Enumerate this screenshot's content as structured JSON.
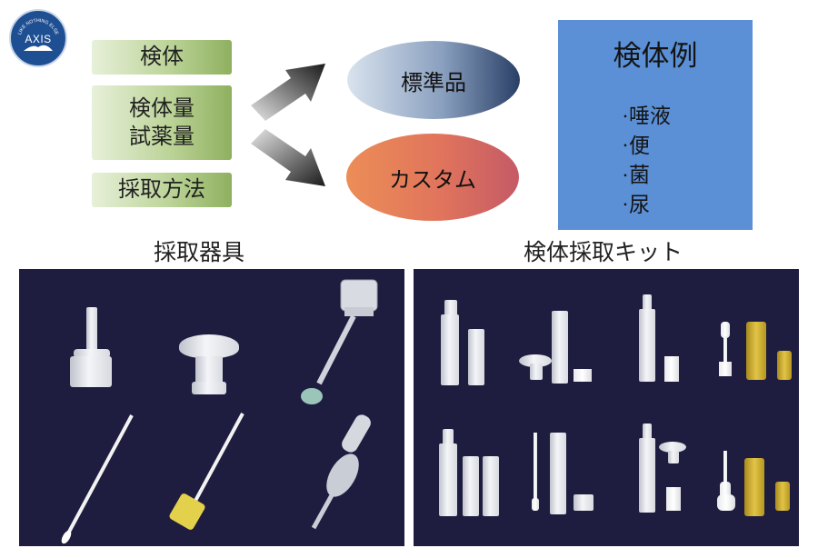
{
  "logo": {
    "arc_text": "LIKE NOTHING ELSE",
    "name": "AXIS"
  },
  "inputs": [
    {
      "label": "検体"
    },
    {
      "label": "検体量\n試薬量"
    },
    {
      "label": "採取方法"
    }
  ],
  "options": [
    {
      "label": "標準品"
    },
    {
      "label": "カスタム"
    }
  ],
  "samples": {
    "title": "検体例",
    "items": [
      "唾液",
      "便",
      "菌",
      "尿"
    ]
  },
  "sections": {
    "left": "採取器具",
    "right": "検体採取キット"
  },
  "colors": {
    "green_box": "#bcd498",
    "blue_box": "#5b8fd6",
    "ellipse_standard": "#2a3f66",
    "ellipse_custom": "#e0745c",
    "photo_background": "#1e1d3f"
  }
}
